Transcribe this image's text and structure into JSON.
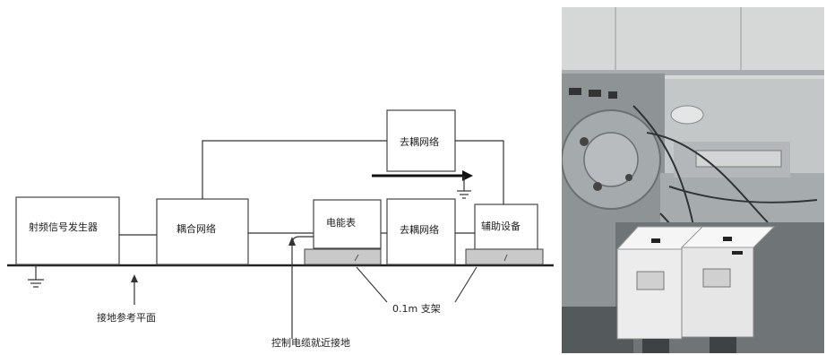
{
  "diagram": {
    "boxes": {
      "rf_generator": "射频信号发生器",
      "coupling_network": "耦合网络",
      "meter": "电能表",
      "decoupling_network_top": "去耦网络",
      "decoupling_network_bottom": "去耦网络",
      "auxiliary_equipment": "辅助设备"
    },
    "labels": {
      "ground_reference_plane": "接地参考平面",
      "bracket": "0.1m 支架",
      "control_cable_ground": "控制电缆就近接地"
    }
  },
  "photo": {
    "subject": "test-bench-photo"
  },
  "colors": {
    "line": "#333333",
    "plane": "#222222",
    "bracket_fill": "#c9c9c9",
    "box_border": "#444444"
  }
}
